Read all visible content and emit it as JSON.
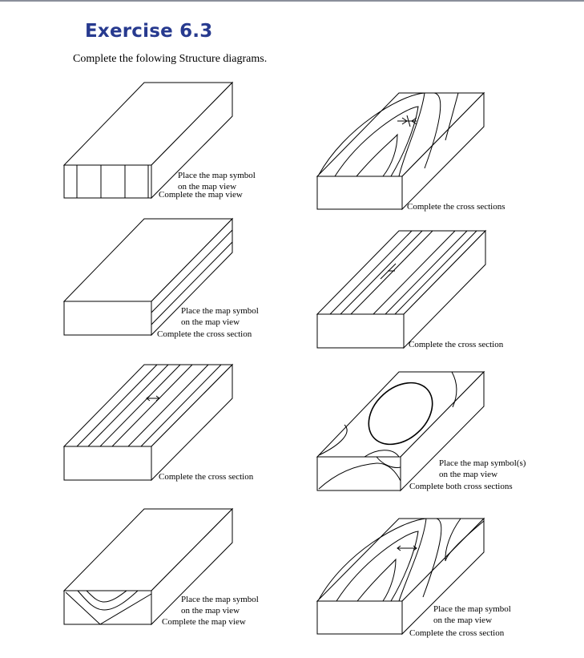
{
  "title": "Exercise 6.3",
  "subtitle": "Complete the folowing Structure diagrams.",
  "captions": {
    "d1": [
      "Place the map symbol",
      "on the map view",
      "Complete the map view"
    ],
    "d2": [
      "Place the map symbol",
      "on the map view",
      "Complete the cross section"
    ],
    "d3": [
      "Complete the cross section"
    ],
    "d4": [
      "Place the map symbol",
      "on the map view",
      "Complete the map view"
    ],
    "d5": [
      "Complete the cross sections"
    ],
    "d6": [
      "Complete the cross section"
    ],
    "d7": [
      "Place the map symbol(s)",
      "on the map view",
      "Complete both cross sections"
    ],
    "d8": [
      "Place the map symbol",
      "on the map view",
      "Complete the cross section"
    ]
  }
}
